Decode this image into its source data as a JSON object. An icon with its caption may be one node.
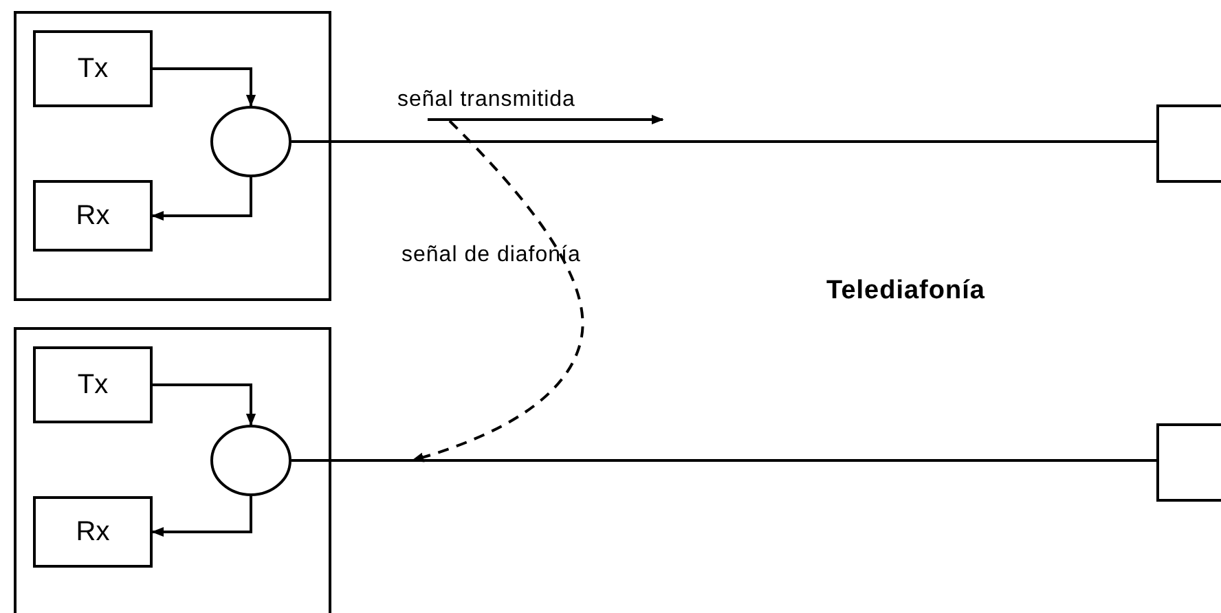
{
  "diagram": {
    "nodes": [
      {
        "text": [],
        "shape": "box"
      },
      {
        "text": [
          "Tx"
        ],
        "in": 0
      },
      {
        "text": [],
        "shape": "circle",
        "in": 0
      },
      {
        "text": [
          "Rx"
        ],
        "in": 0
      },
      {
        "text": [],
        "shape": "box"
      },
      {
        "text": [],
        "shape": "box"
      },
      {
        "text": [
          "Tx"
        ],
        "in": 5
      },
      {
        "text": [],
        "shape": "circle",
        "in": 5
      },
      {
        "text": [
          "Rx"
        ],
        "in": 5
      },
      {
        "text": [],
        "shape": "box"
      }
    ],
    "edges": [
      {
        "from": 1,
        "to": 2,
        "arrow": "to"
      },
      {
        "from": 2,
        "to": 3,
        "arrow": "to"
      },
      {
        "from": 2,
        "to": 4,
        "arrow": "none"
      },
      {
        "from": 6,
        "to": 7,
        "arrow": "to"
      },
      {
        "from": 7,
        "to": 8,
        "arrow": "to"
      },
      {
        "from": 7,
        "to": 9,
        "arrow": "none"
      }
    ],
    "labels": [
      "señal transmitida",
      "señal de diafonía",
      "Telediafonía"
    ]
  }
}
